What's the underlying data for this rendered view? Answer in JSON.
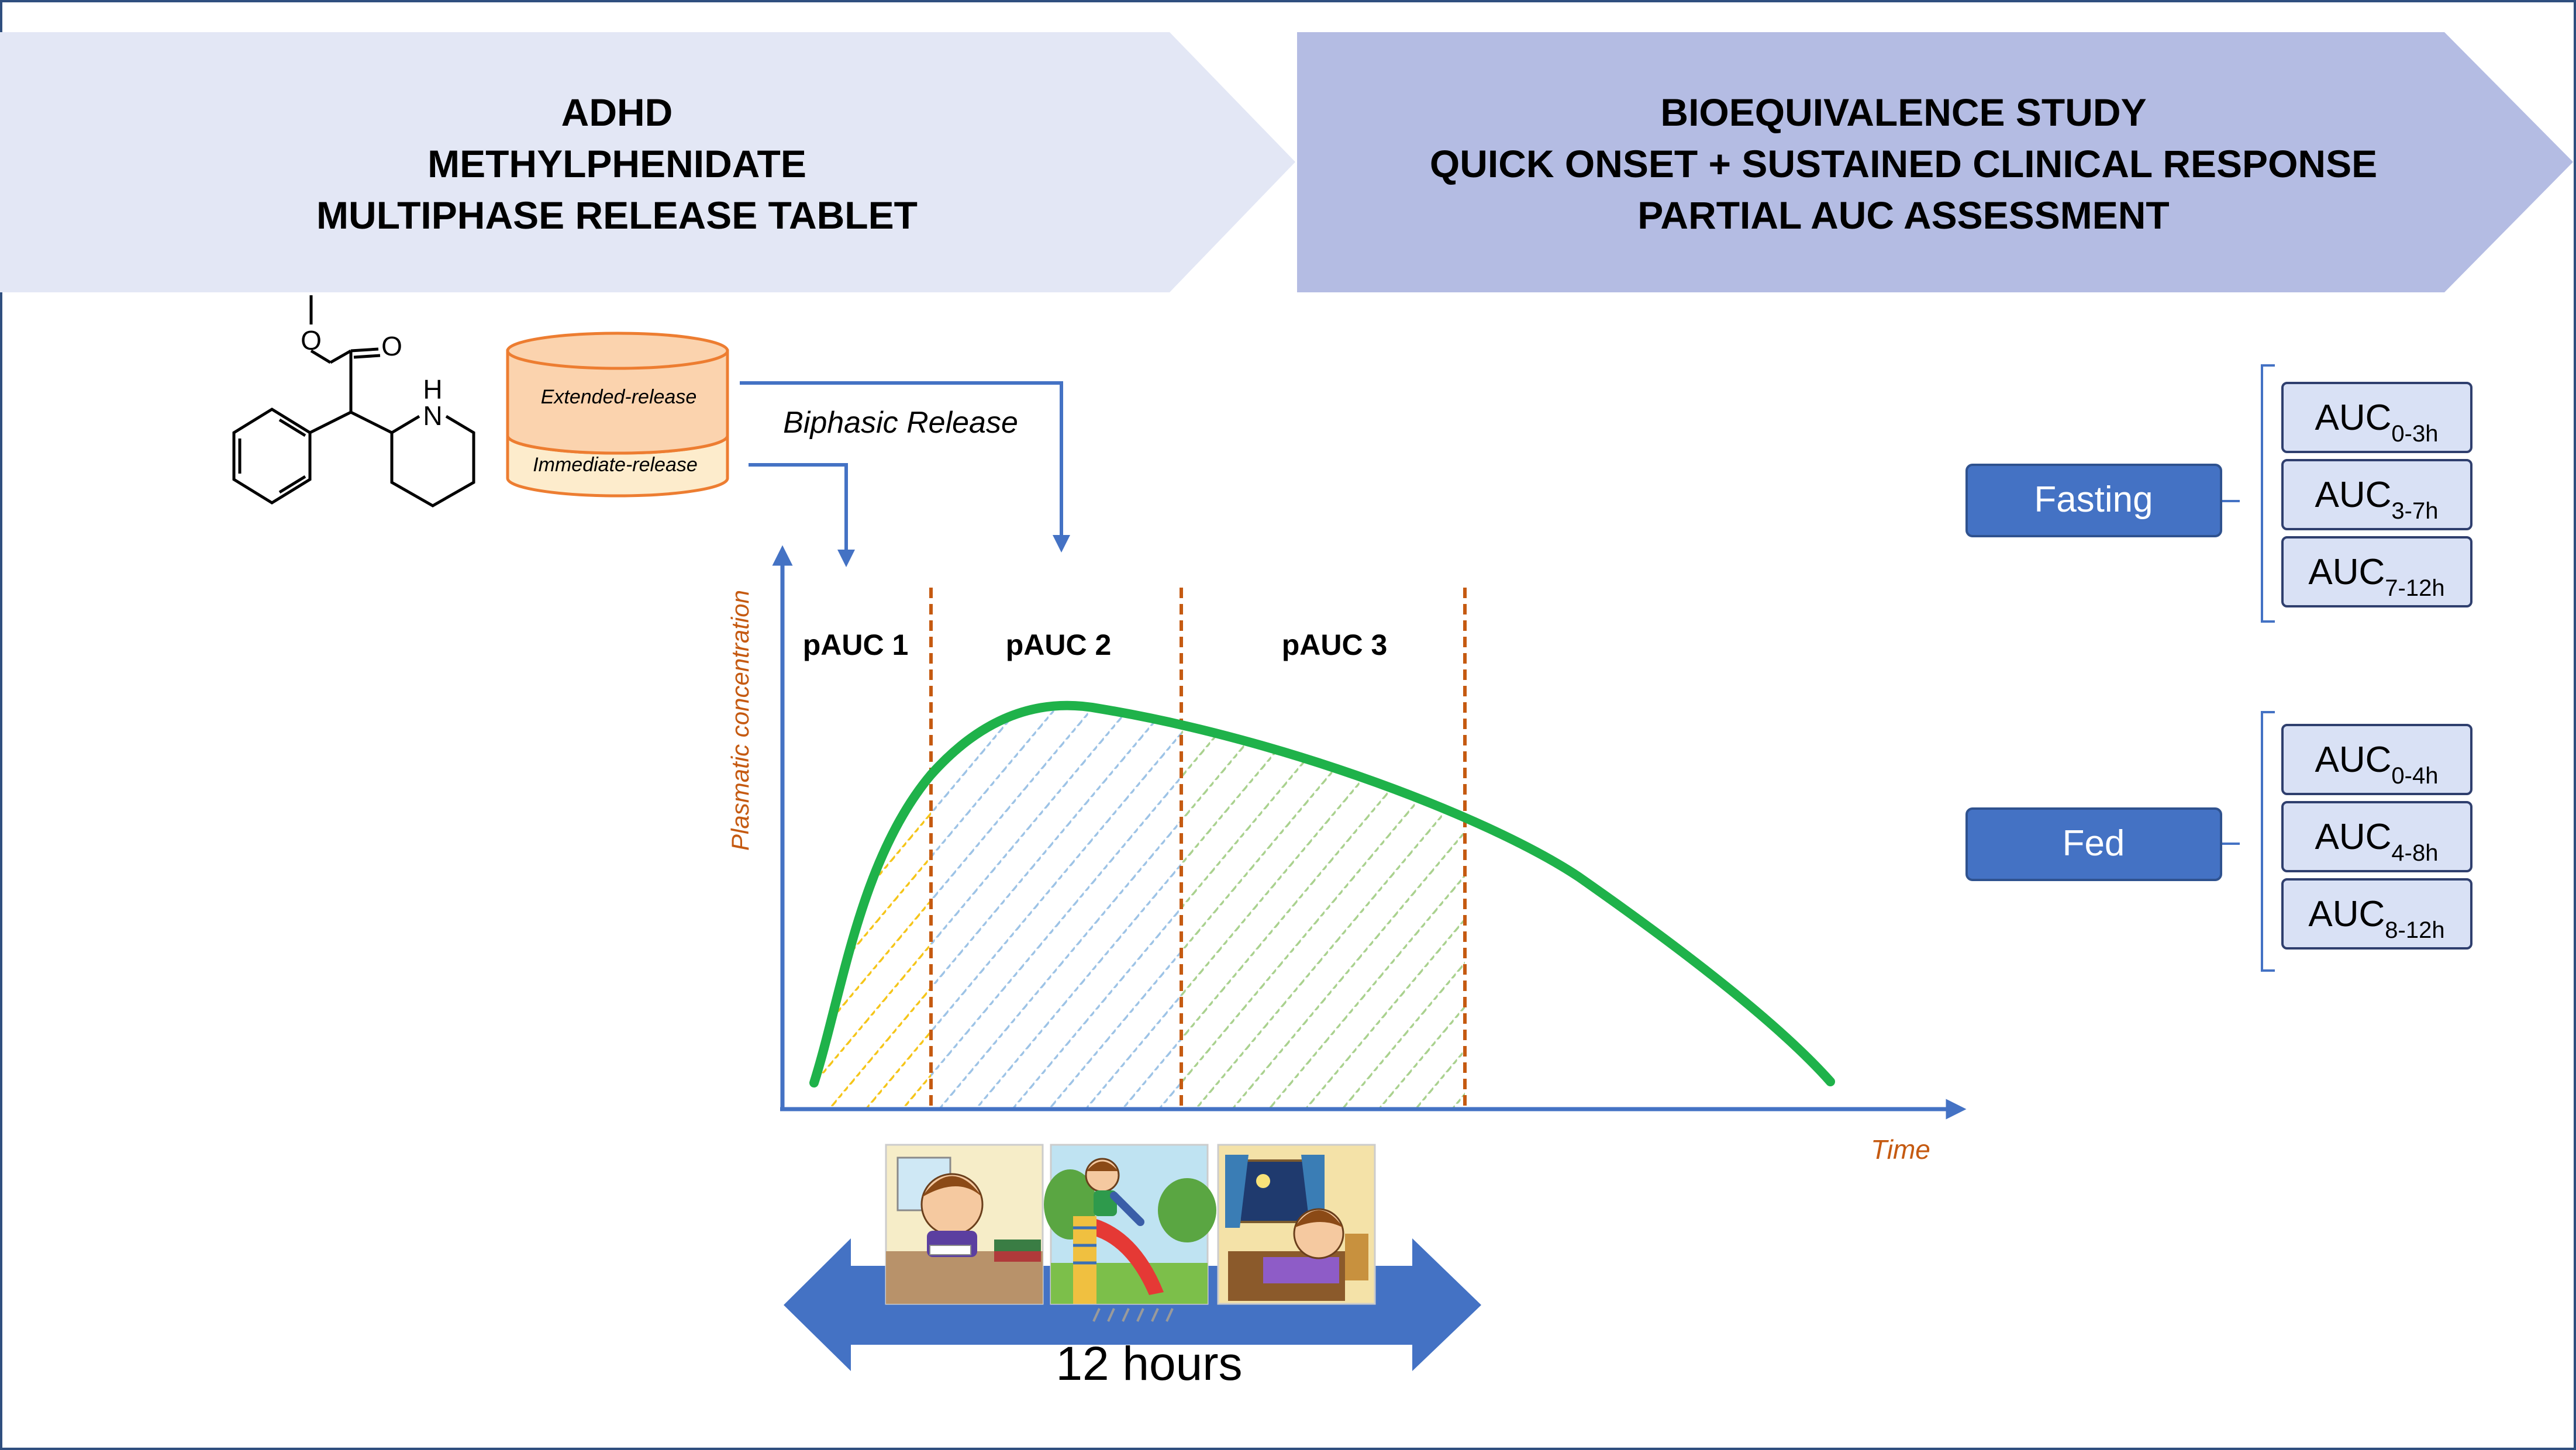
{
  "banner_left": {
    "lines": [
      "ADHD",
      "METHYLPHENIDATE",
      "MULTIPHASE RELEASE TABLET"
    ],
    "fill": "#e3e7f5"
  },
  "banner_right": {
    "lines": [
      "BIOEQUIVALENCE STUDY",
      "QUICK ONSET + SUSTAINED CLINICAL RESPONSE",
      "PARTIAL AUC ASSESSMENT"
    ],
    "fill": "#b4bce3"
  },
  "molecule": {
    "atoms": {
      "oxygen_ester": "O",
      "oxygen_carbonyl": "O",
      "nitrogen": "N",
      "hydrogen": "H"
    }
  },
  "tablet": {
    "top_layer": "Extended-release",
    "bottom_layer": "Immediate-release",
    "colors": {
      "top": "#fbd3ae",
      "bottom": "#fdeccc",
      "outline": "#ed7d31"
    }
  },
  "release_label": "Biphasic Release",
  "chart": {
    "y_label": "Plasmatic concentration",
    "x_label": "Time",
    "sections": [
      "pAUC 1",
      "pAUC 2",
      "pAUC 3"
    ],
    "colors": {
      "curve": "#1fb24a",
      "axis": "#4472c4",
      "divider": "#c55a11",
      "axis_label": "#c55a11",
      "hatch_1": "#f5c518",
      "hatch_2": "#9dc3e6",
      "hatch_3": "#a9d18e"
    }
  },
  "duration": {
    "label": "12 hours",
    "arrow_color": "#4472c4",
    "scenes": [
      "studying-scene",
      "playground-slide-scene",
      "bedtime-scene"
    ]
  },
  "groups": [
    {
      "name": "Fasting",
      "items": [
        {
          "base": "AUC",
          "sub": "0-3h"
        },
        {
          "base": "AUC",
          "sub": "3-7h"
        },
        {
          "base": "AUC",
          "sub": "7-12h"
        }
      ]
    },
    {
      "name": "Fed",
      "items": [
        {
          "base": "AUC",
          "sub": "0-4h"
        },
        {
          "base": "AUC",
          "sub": "4-8h"
        },
        {
          "base": "AUC",
          "sub": "8-12h"
        }
      ]
    }
  ],
  "group_colors": {
    "button": "#4472c4",
    "box": "#d9e1f5",
    "box_border": "#2f3f6e"
  }
}
